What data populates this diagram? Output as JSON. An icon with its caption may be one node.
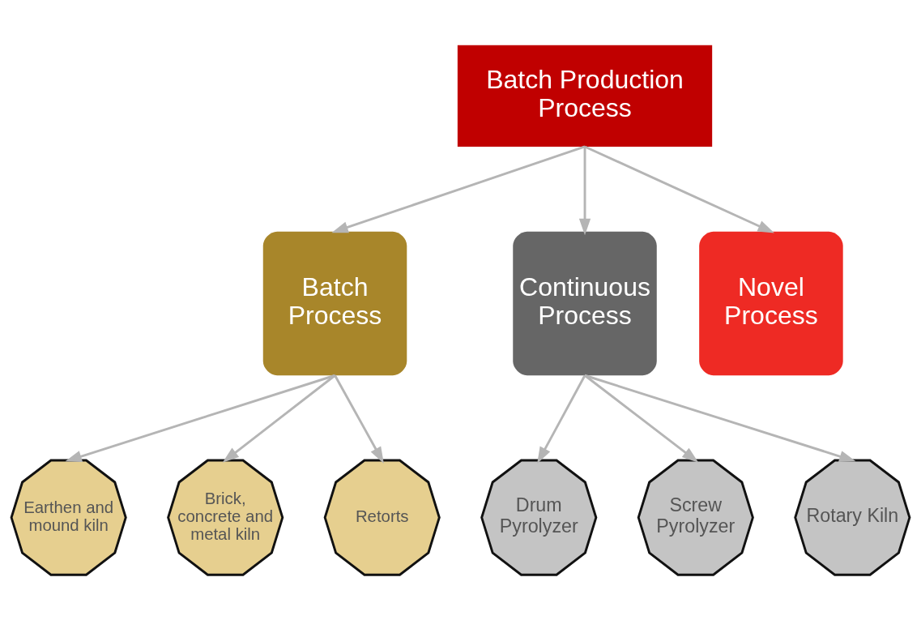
{
  "diagram": {
    "nodes": [
      {
        "text": [
          "Batch Production Process"
        ]
      },
      {
        "text": [
          "Batch Process"
        ]
      },
      {
        "text": [
          "Continuous Process"
        ]
      },
      {
        "text": [
          "Novel Process"
        ]
      },
      {
        "text": [
          "Earthen and mound kiln"
        ]
      },
      {
        "text": [
          "Brick, concrete and metal kiln"
        ]
      },
      {
        "text": [
          "Retorts"
        ]
      },
      {
        "text": [
          "Drum Pyrolyzer"
        ]
      },
      {
        "text": [
          "Screw Pyrolyzer"
        ]
      },
      {
        "text": [
          "Rotary Kiln"
        ]
      }
    ],
    "edges": [
      {
        "from": 0,
        "to": 1,
        "arrow": "to"
      },
      {
        "from": 0,
        "to": 2,
        "arrow": "to"
      },
      {
        "from": 0,
        "to": 3,
        "arrow": "to"
      },
      {
        "from": 1,
        "to": 4,
        "arrow": "to"
      },
      {
        "from": 1,
        "to": 5,
        "arrow": "to"
      },
      {
        "from": 1,
        "to": 6,
        "arrow": "to"
      },
      {
        "from": 2,
        "to": 7,
        "arrow": "to"
      },
      {
        "from": 2,
        "to": 8,
        "arrow": "to"
      },
      {
        "from": 2,
        "to": 9,
        "arrow": "to"
      }
    ]
  }
}
